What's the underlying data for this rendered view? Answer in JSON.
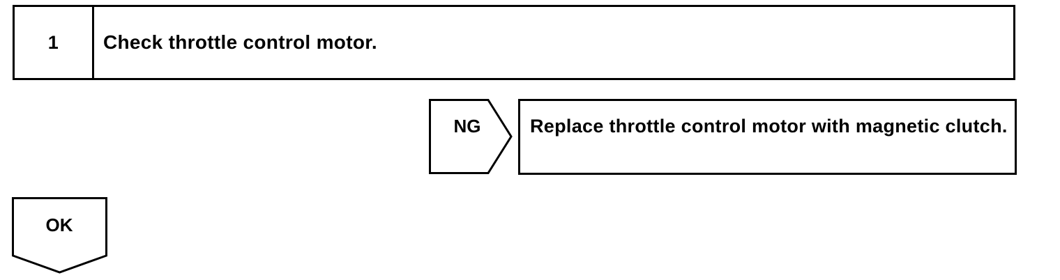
{
  "step": {
    "number": "1",
    "title": "Check throttle control motor."
  },
  "ng_branch": {
    "label": "NG",
    "action": "Replace throttle control motor with magnetic clutch."
  },
  "ok_branch": {
    "label": "OK"
  }
}
